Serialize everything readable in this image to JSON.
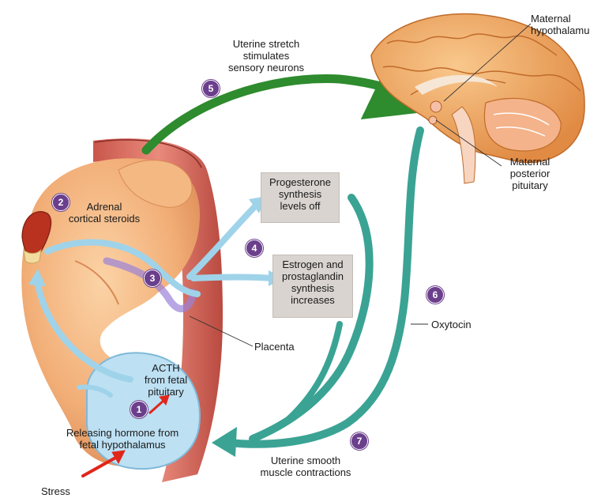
{
  "labels": {
    "uterine_stretch": [
      "Uterine stretch",
      "stimulates",
      "sensory neurons"
    ],
    "maternal_hypothalamus": [
      "Maternal",
      "hypothalamu"
    ],
    "maternal_posterior_pituitary": [
      "Maternal",
      "posterior",
      "pituitary"
    ],
    "adrenal_cortical_steroids": [
      "Adrenal",
      "cortical steroids"
    ],
    "progesterone": [
      "Progesterone",
      "synthesis",
      "levels off"
    ],
    "estrogen": [
      "Estrogen and",
      "prostaglandin",
      "synthesis",
      "increases"
    ],
    "oxytocin": "Oxytocin",
    "placenta": "Placenta",
    "acth": [
      "ACTH",
      "from fetal",
      "pituitary"
    ],
    "releasing_hormone": [
      "Releasing hormone from",
      "fetal hypothalamus"
    ],
    "uterine_contractions": [
      "Uterine smooth",
      "muscle contractions"
    ],
    "stress": "Stress"
  },
  "steps": [
    "1",
    "2",
    "3",
    "4",
    "5",
    "6",
    "7"
  ],
  "colors": {
    "step_badge": "#6b3f8c",
    "green_arrow": "#2e8b2e",
    "teal_arrow": "#3aa394",
    "blue_arrow": "#9fd3ea",
    "red_arrow": "#e0261b",
    "uterus": "#d96a5e",
    "fetus": "#f2b27c",
    "brain": "#f0a35e",
    "box": "#d9d4cf"
  }
}
